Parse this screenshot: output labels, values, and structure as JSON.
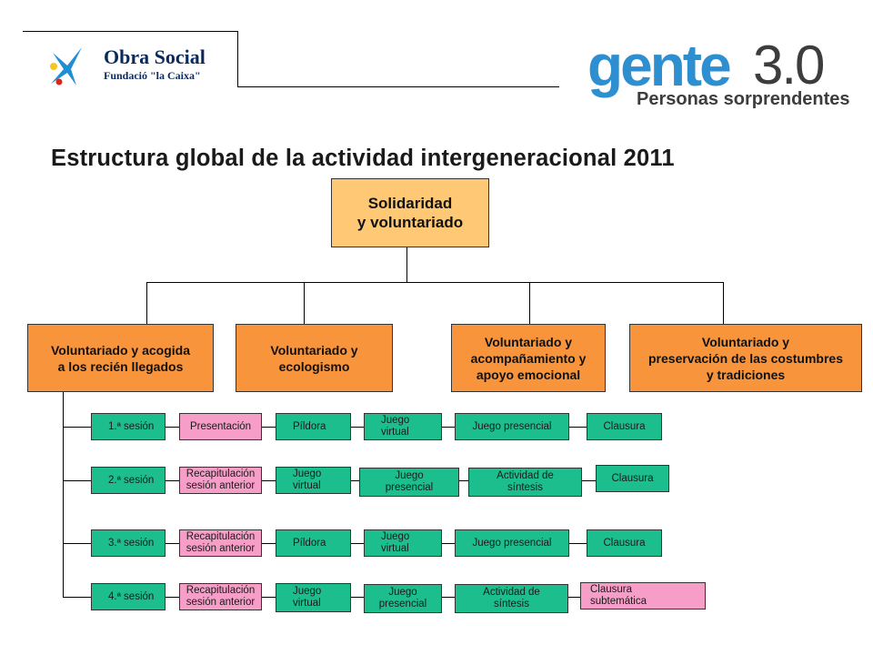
{
  "header": {
    "obra_social": "Obra Social",
    "fundacio": "Fundació \"la Caixa\"",
    "gente": "gente",
    "gente_version": "3.0",
    "tagline": "Personas sorprendentes",
    "colors": {
      "caixa_blue": "#0b2a5c",
      "caixa_star_blue": "#1e8fd6",
      "caixa_yellow": "#f7c520",
      "caixa_red": "#e2231a",
      "gente_blue": "#2e8fd0"
    }
  },
  "title": "Estructura global de la actividad intergeneracional 2011",
  "root": {
    "label": "Solidaridad\ny voluntariado",
    "color": "#ffc874"
  },
  "categories": [
    {
      "label": "Voluntariado y acogida\na los recién llegados"
    },
    {
      "label": "Voluntariado y\necologismo"
    },
    {
      "label": "Voluntariado y\nacompañamiento y\napoyo emocional"
    },
    {
      "label": "Voluntariado y\npreservación de las costumbres\ny tradiciones"
    }
  ],
  "category_color": "#f7943c",
  "sessions": [
    {
      "label": "1.ª sesión",
      "steps": [
        {
          "label": "Presentación",
          "color": "pink"
        },
        {
          "label": "Píldora",
          "color": "teal"
        },
        {
          "label": "Juego\nvirtual",
          "color": "teal"
        },
        {
          "label": "Juego presencial",
          "color": "teal"
        },
        {
          "label": "Clausura",
          "color": "teal"
        }
      ]
    },
    {
      "label": "2.ª sesión",
      "steps": [
        {
          "label": "Recapitulación\nsesión anterior",
          "color": "pink"
        },
        {
          "label": "Juego\nvirtual",
          "color": "teal"
        },
        {
          "label": "Juego\npresencial",
          "color": "teal"
        },
        {
          "label": "Actividad de\nsíntesis",
          "color": "teal"
        },
        {
          "label": "Clausura",
          "color": "teal"
        }
      ]
    },
    {
      "label": "3.ª sesión",
      "steps": [
        {
          "label": "Recapitulación\nsesión anterior",
          "color": "pink"
        },
        {
          "label": "Píldora",
          "color": "teal"
        },
        {
          "label": "Juego\nvirtual",
          "color": "teal"
        },
        {
          "label": "Juego presencial",
          "color": "teal"
        },
        {
          "label": "Clausura",
          "color": "teal"
        }
      ]
    },
    {
      "label": "4.ª sesión",
      "steps": [
        {
          "label": "Recapitulación\nsesión anterior",
          "color": "pink"
        },
        {
          "label": "Juego\nvirtual",
          "color": "teal"
        },
        {
          "label": "Juego\npresencial",
          "color": "teal"
        },
        {
          "label": "Actividad de\nsíntesis",
          "color": "teal"
        },
        {
          "label": "Clausura\nsubtemática",
          "color": "pink"
        }
      ]
    }
  ],
  "session_colors": {
    "teal": "#1dbe8e",
    "pink": "#f79ec8"
  }
}
